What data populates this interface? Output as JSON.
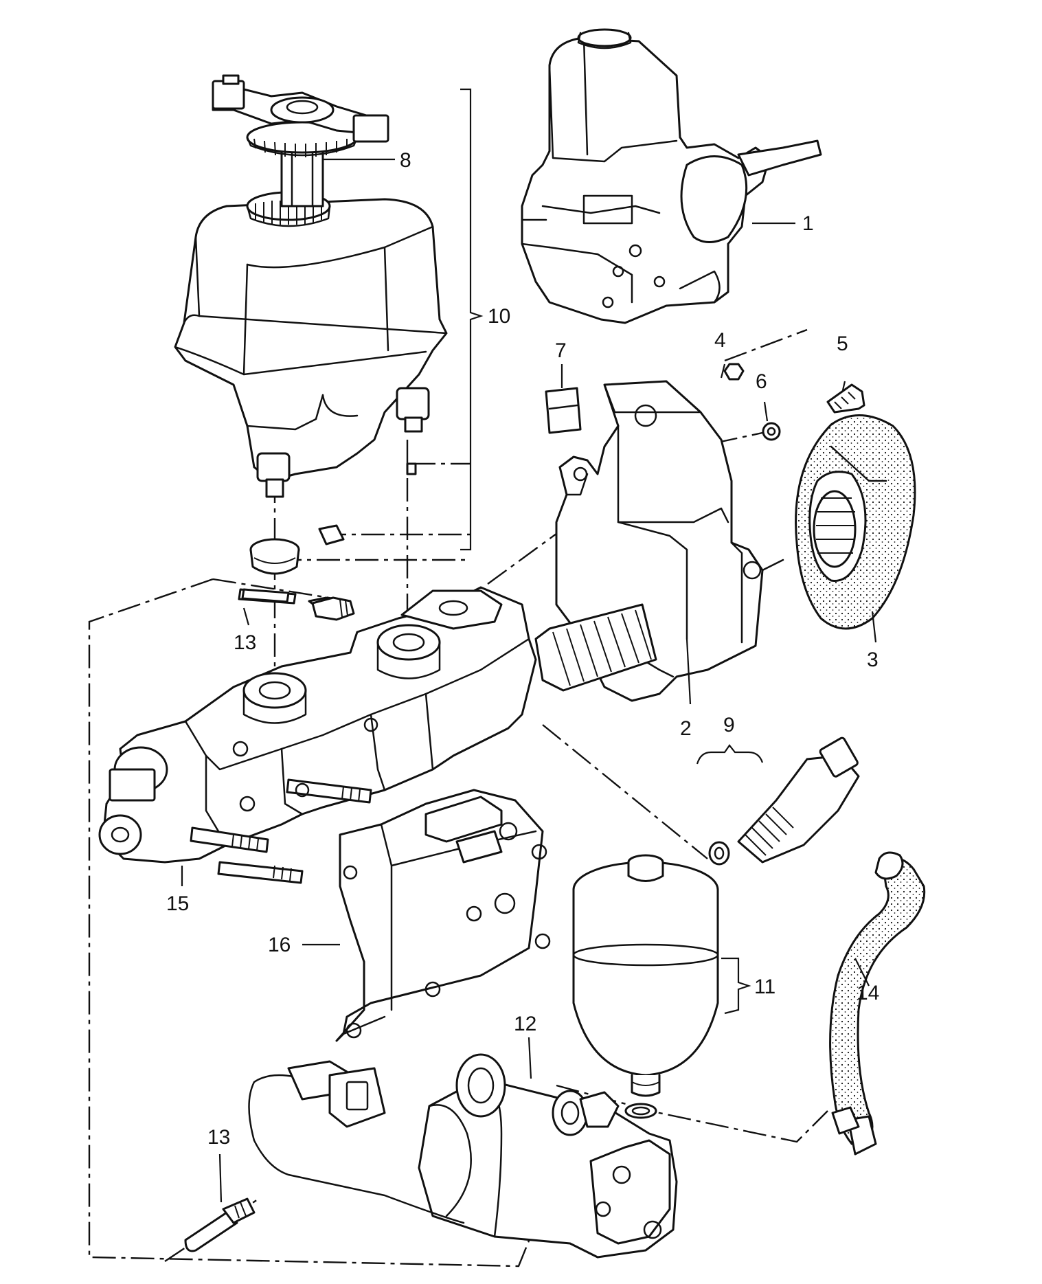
{
  "diagram": {
    "callouts": {
      "c1": "1",
      "c2": "2",
      "c3": "3",
      "c4": "4",
      "c5": "5",
      "c6": "6",
      "c7": "7",
      "c8": "8",
      "c9": "9",
      "c10": "10",
      "c11": "11",
      "c12": "12",
      "c13a": "13",
      "c13b": "13",
      "c14": "14",
      "c15": "15",
      "c16": "16"
    }
  }
}
